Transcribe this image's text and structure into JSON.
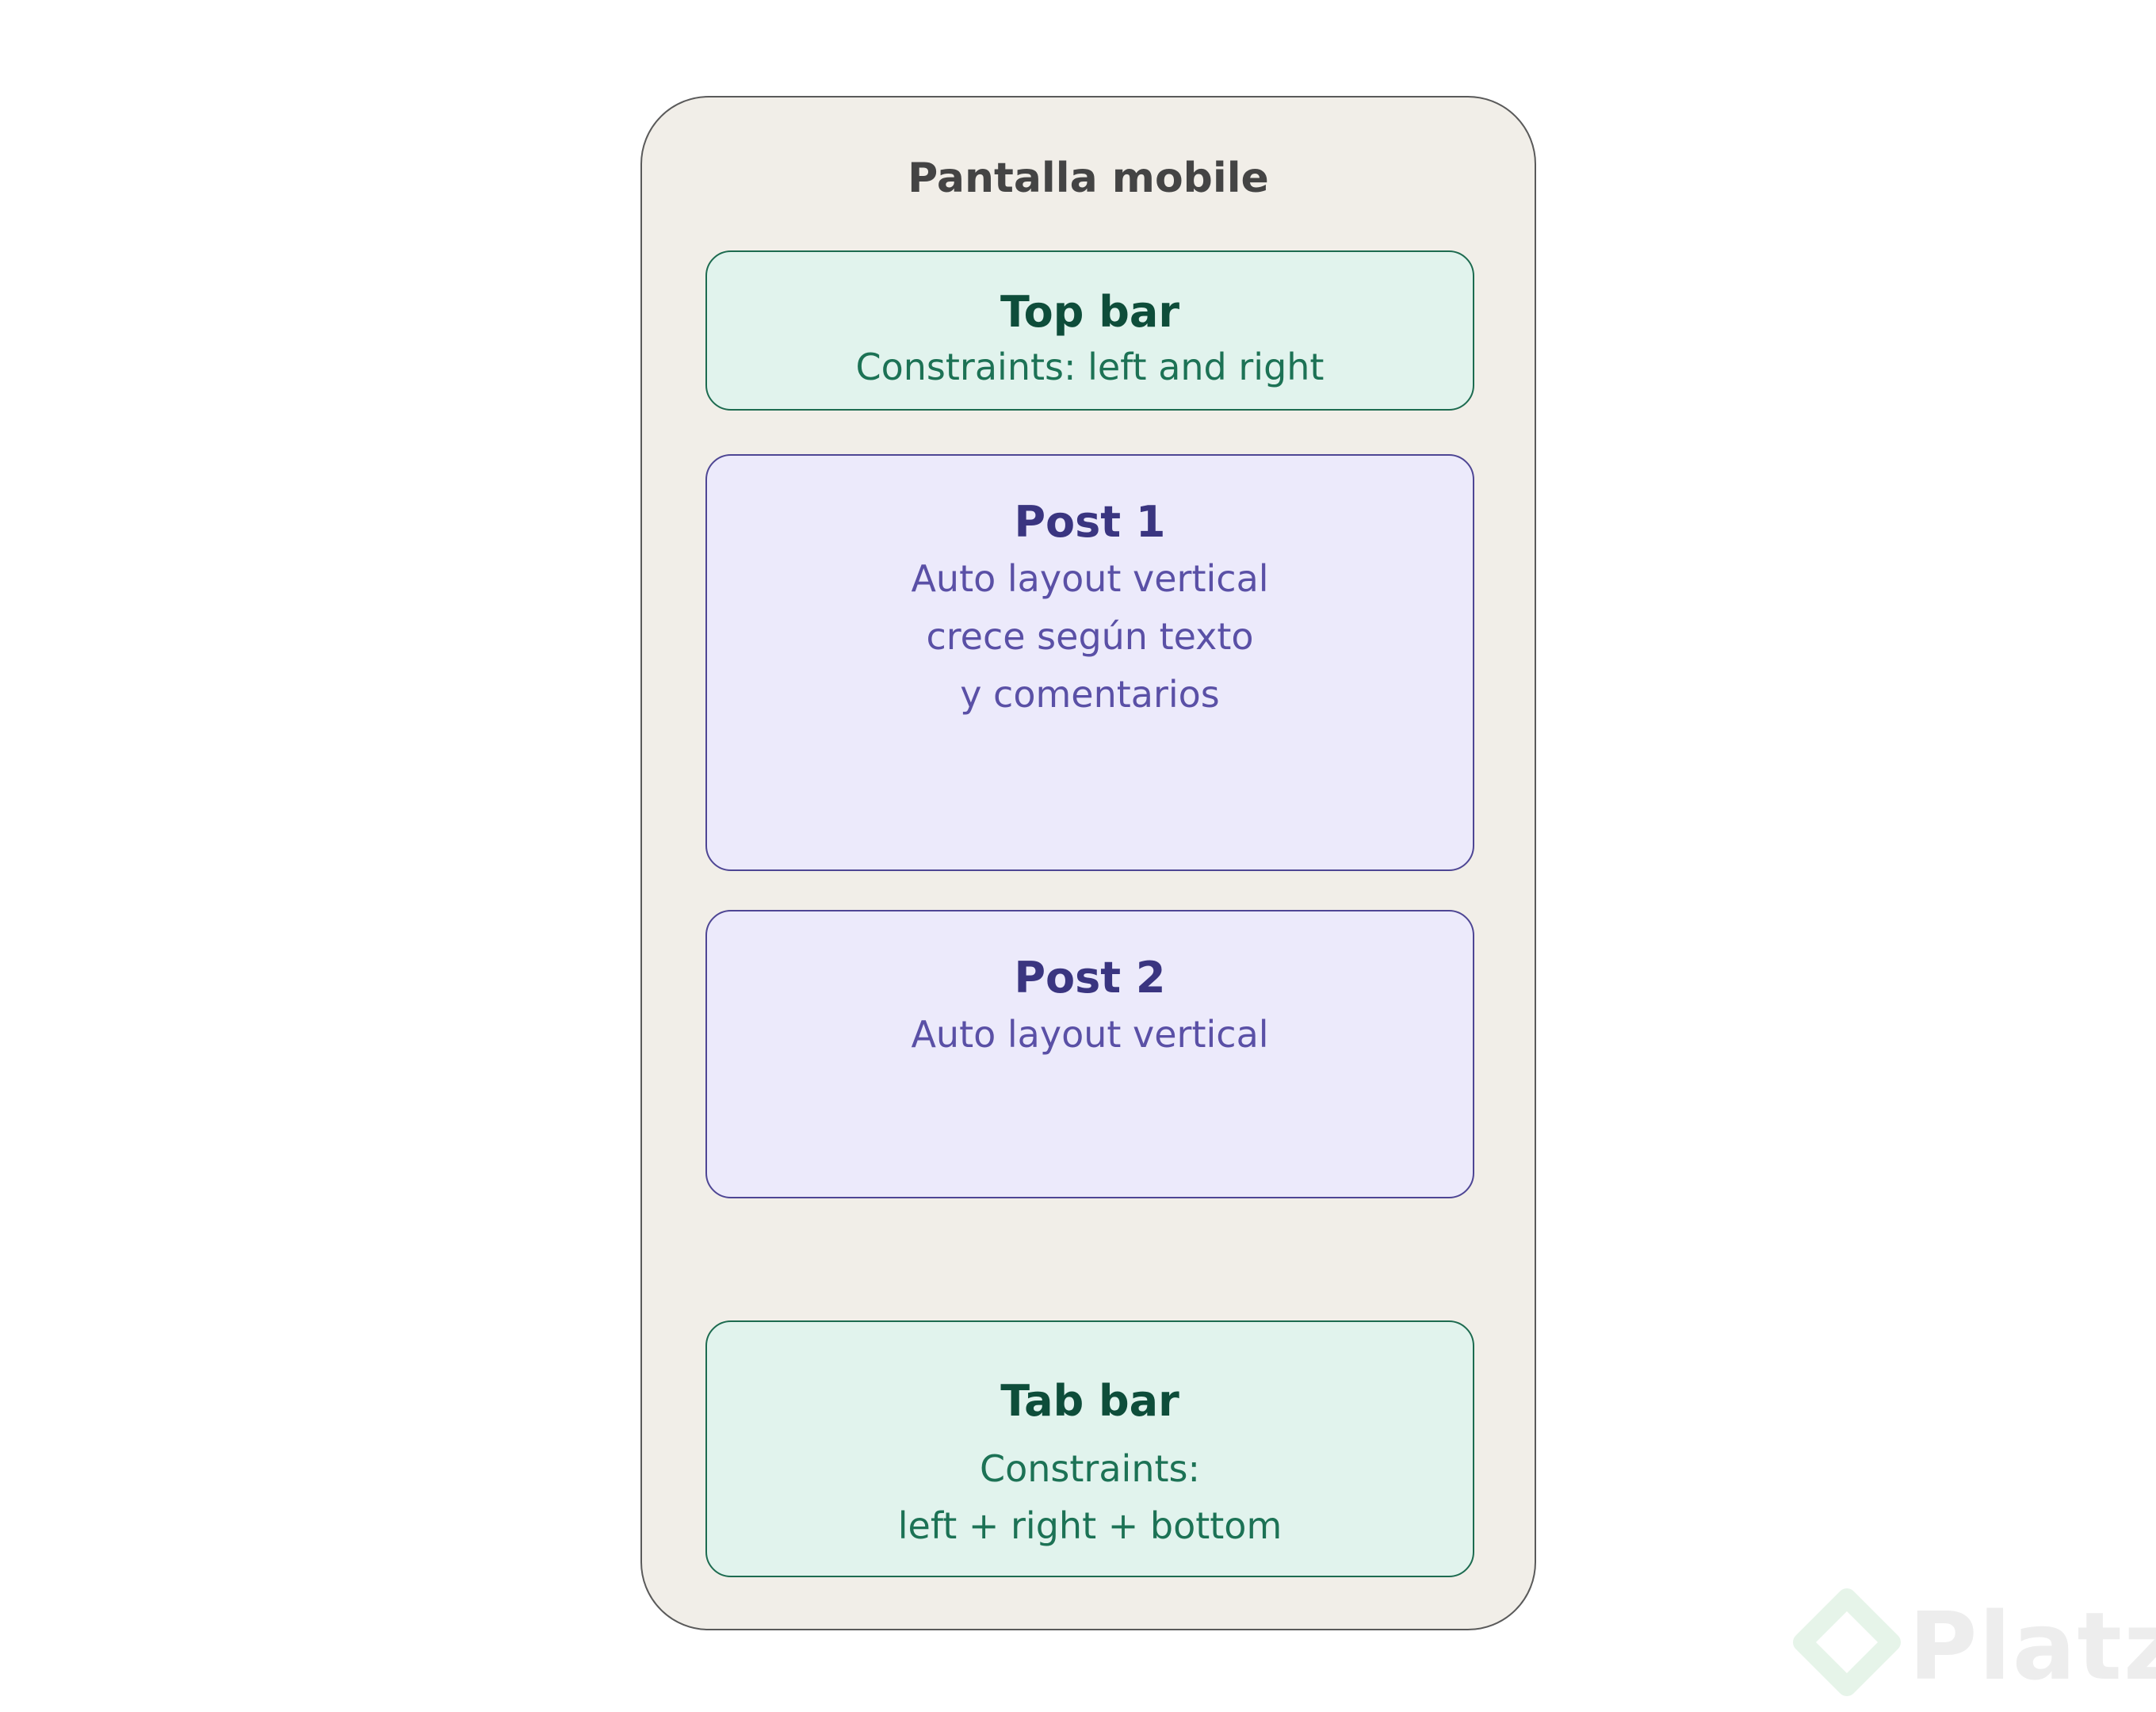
{
  "screen": {
    "title": "Pantalla mobile"
  },
  "blocks": [
    {
      "title": "Top bar",
      "lines": [
        "Constraints: left and right"
      ]
    },
    {
      "title": "Post 1",
      "lines": [
        "Auto layout vertical",
        "crece según texto",
        "y comentarios"
      ]
    },
    {
      "title": "Post 2",
      "lines": [
        "Auto layout vertical"
      ]
    },
    {
      "title": "Tab bar",
      "lines": [
        "Constraints:",
        "left + right + bottom"
      ]
    }
  ],
  "watermark": {
    "text": "Platzi"
  },
  "colors": {
    "screen_bg": "#f1eee8",
    "green_fill": "#e1f3ed",
    "green_text": "#0e4d3a",
    "purple_fill": "#eceafb",
    "purple_text": "#3a3580"
  }
}
